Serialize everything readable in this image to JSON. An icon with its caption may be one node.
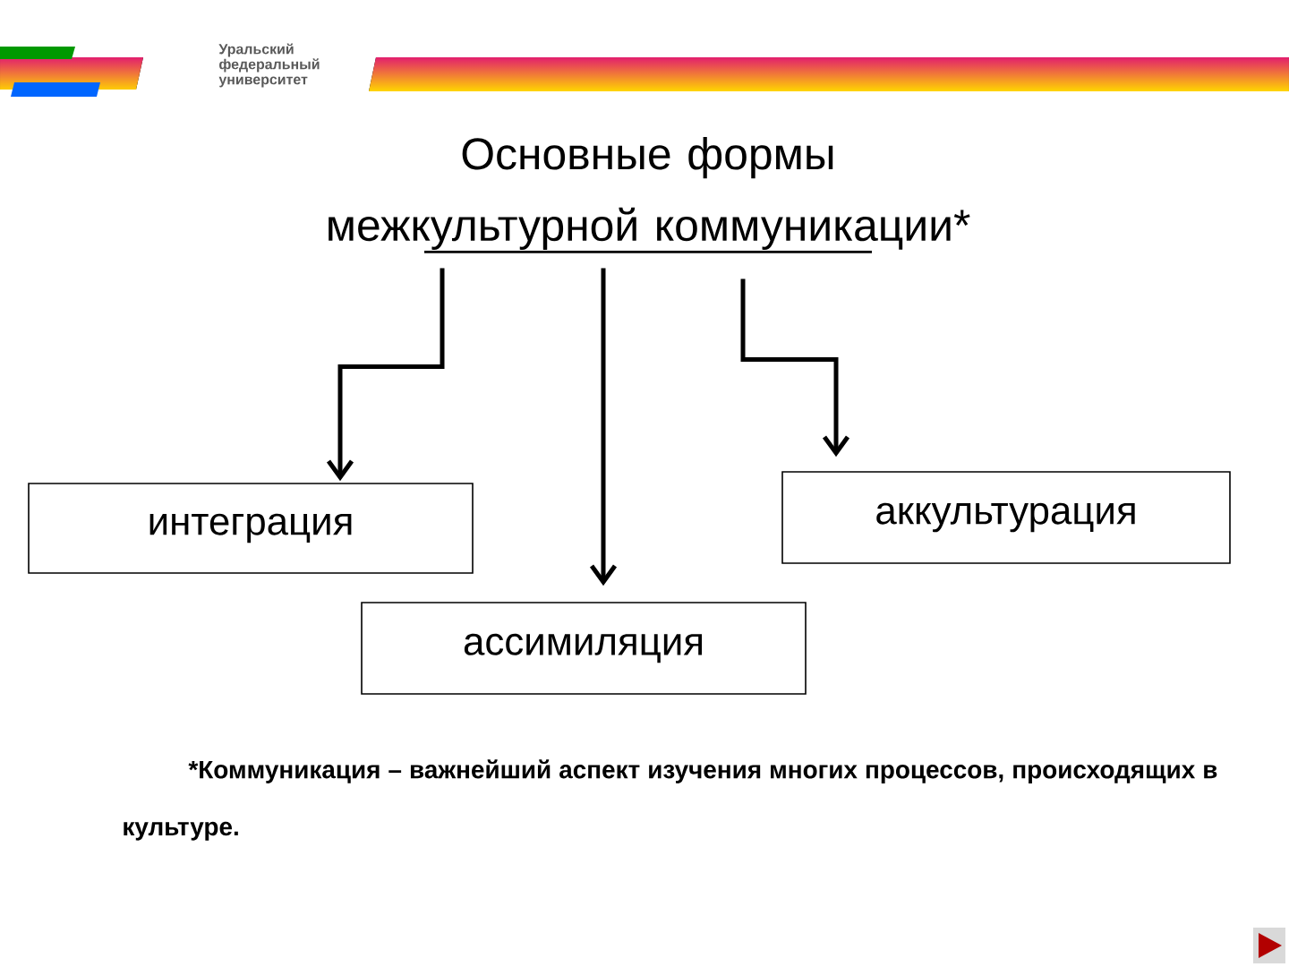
{
  "diagram": {
    "nodes": [
      {
        "text": [
          "Основные формы межкультурной коммуникации*"
        ]
      },
      {
        "text": [
          "интеграция"
        ]
      },
      {
        "text": [
          "ассимиляция"
        ]
      },
      {
        "text": [
          "аккультурация"
        ]
      }
    ],
    "edges": [
      {
        "from": 0,
        "to": 1,
        "arrow": "to"
      },
      {
        "from": 0,
        "to": 2,
        "arrow": "to"
      },
      {
        "from": 0,
        "to": 3,
        "arrow": "to"
      }
    ],
    "labels": [
      "Уральский федеральный университет",
      "*Коммуникация – важнейший аспект изучения многих процессов, происходящих в культуре."
    ]
  }
}
